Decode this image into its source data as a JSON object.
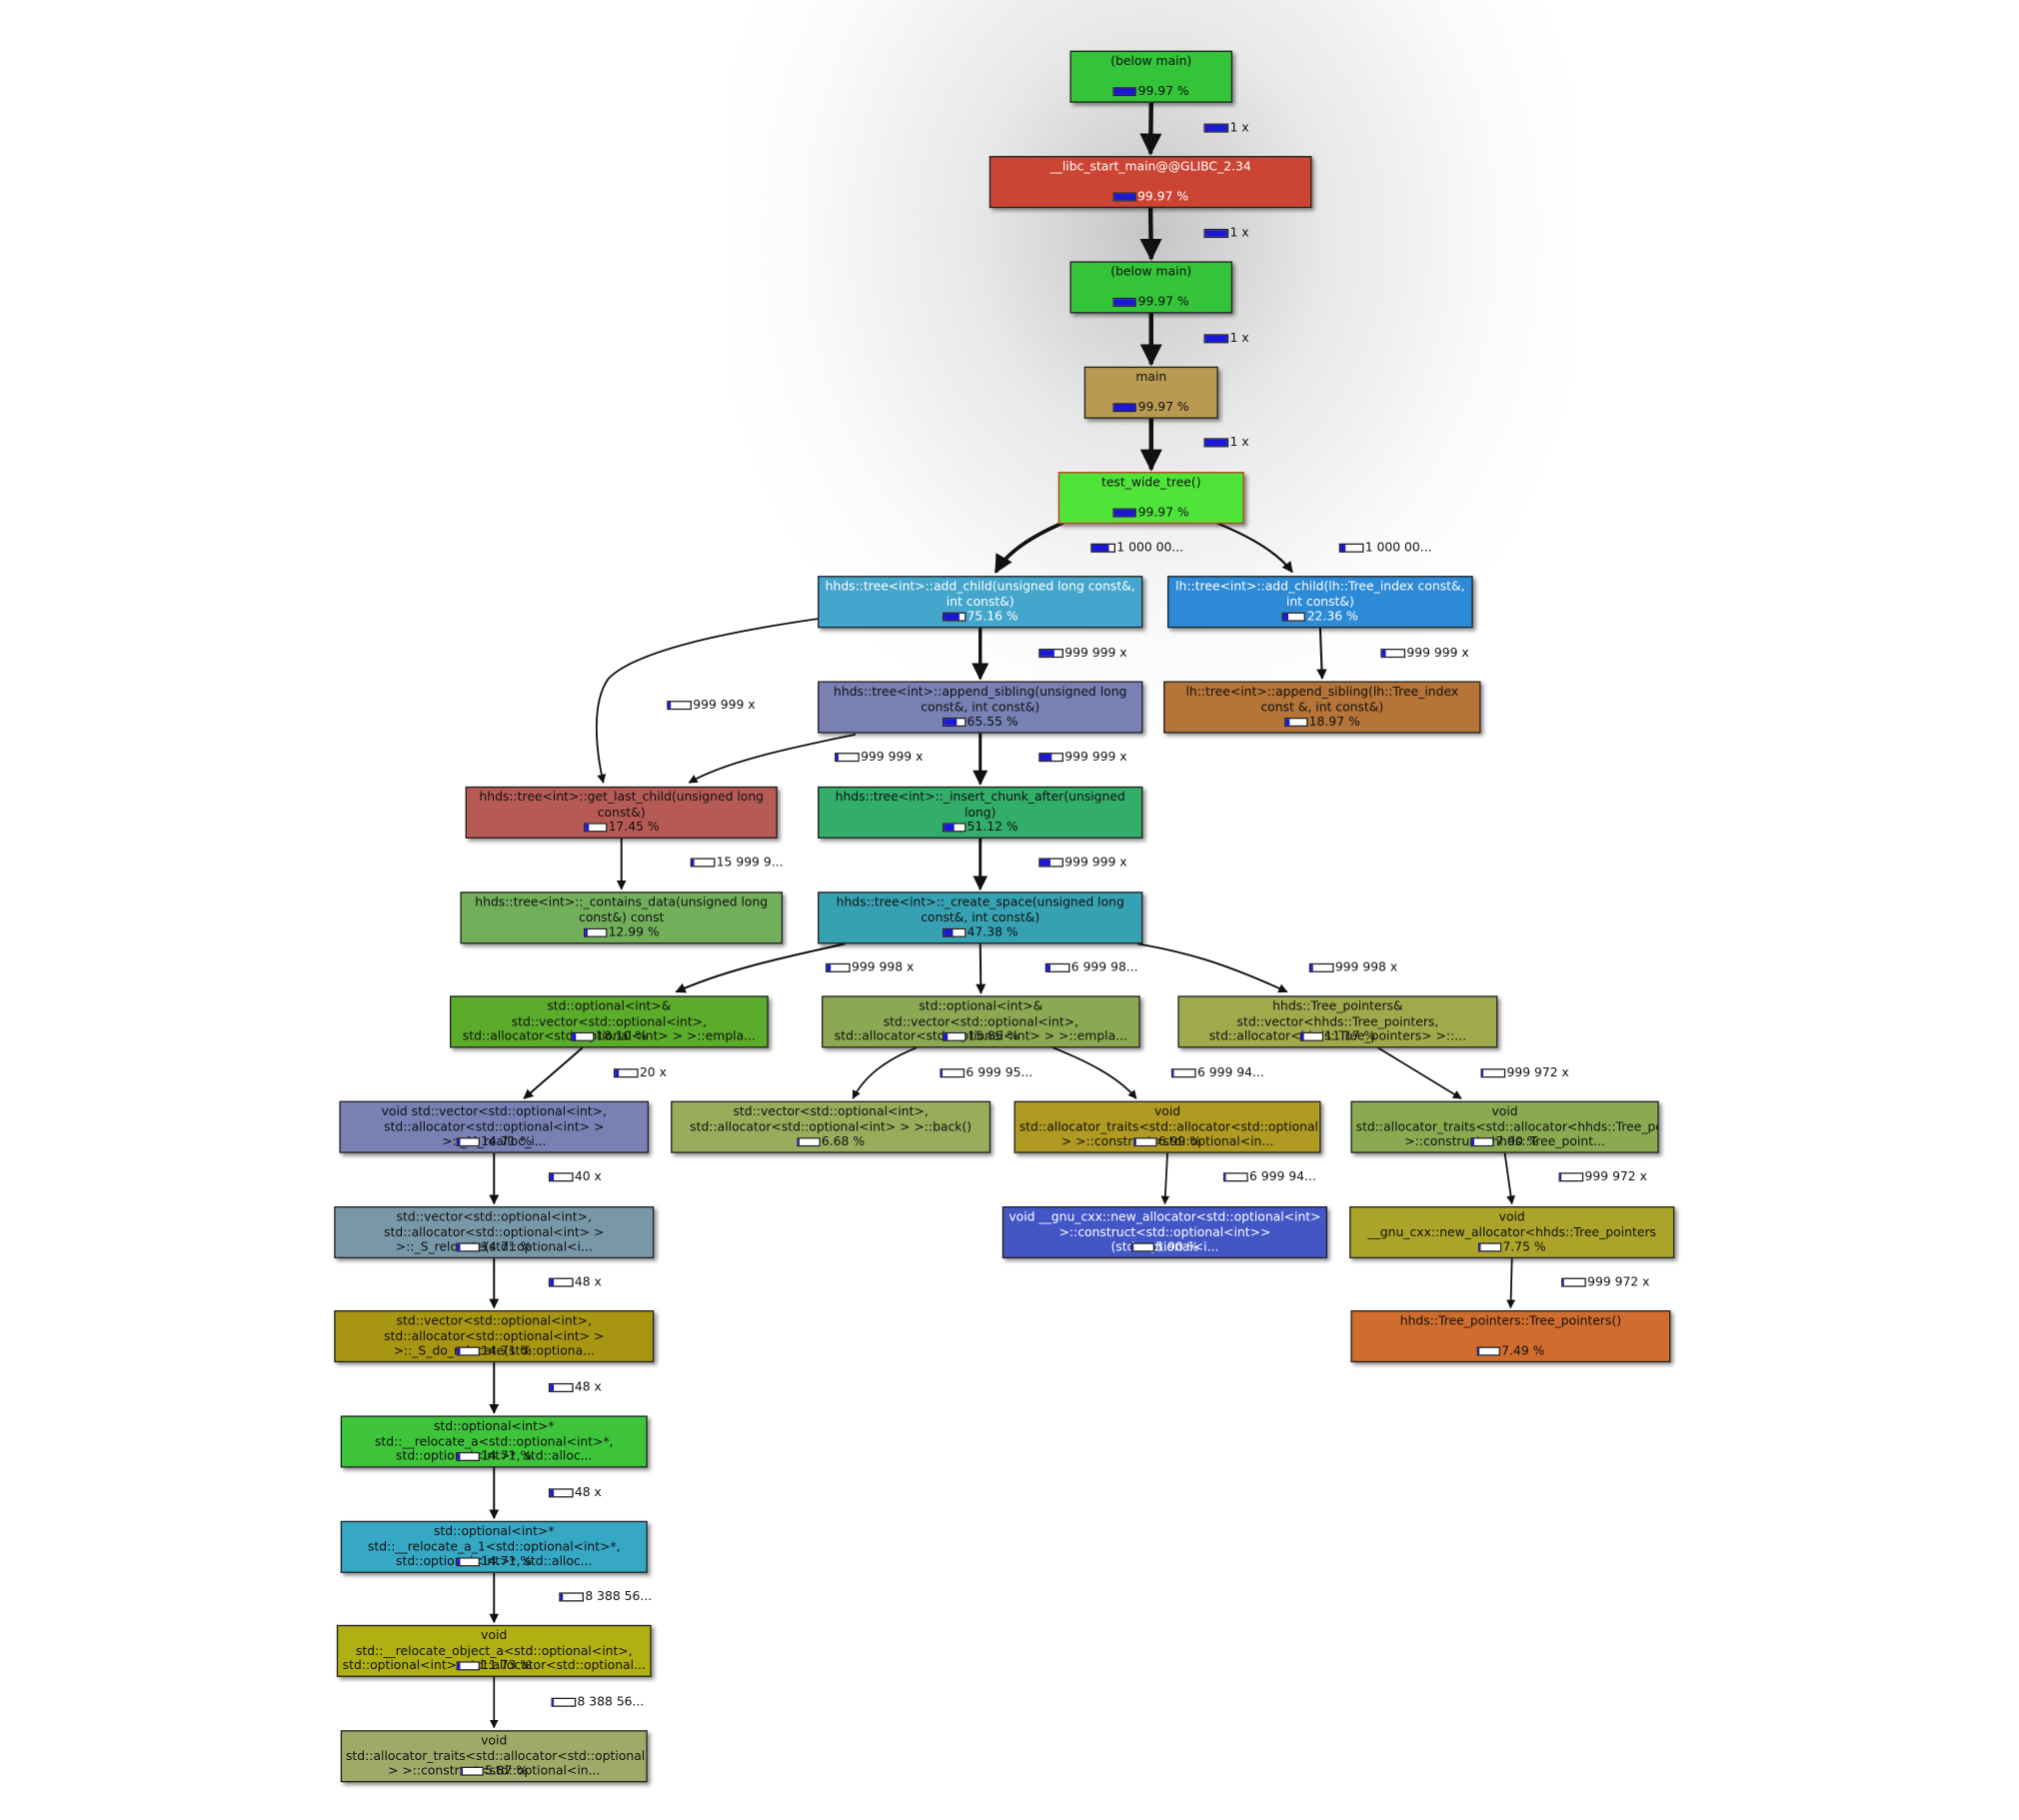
{
  "nodes": [
    {
      "id": "n0",
      "label": "(below main)",
      "pct": "99.97 %",
      "frac": 0.9997,
      "color": "#33c43a",
      "text": "dark"
    },
    {
      "id": "n1",
      "label": "__libc_start_main@@GLIBC_2.34",
      "pct": "99.97 %",
      "frac": 0.9997,
      "color": "#cc4433",
      "text": "light"
    },
    {
      "id": "n2",
      "label": "(below main)",
      "pct": "99.97 %",
      "frac": 0.9997,
      "color": "#33c43a",
      "text": "dark"
    },
    {
      "id": "n3",
      "label": "main",
      "pct": "99.97 %",
      "frac": 0.9997,
      "color": "#b89a52",
      "text": "dark"
    },
    {
      "id": "n4",
      "label": "test_wide_tree()",
      "pct": "99.97 %",
      "frac": 0.9997,
      "color": "#4fe43a",
      "text": "dark"
    },
    {
      "id": "n5",
      "label": "hhds::tree<int>::add_child(unsigned long const&, int const&)",
      "pct": "75.16 %",
      "frac": 0.7516,
      "color": "#44a6cc",
      "text": "light"
    },
    {
      "id": "n6",
      "label": "lh::tree<int>::add_child(lh::Tree_index const&, int const&)",
      "pct": "22.36 %",
      "frac": 0.2236,
      "color": "#2d8ad6",
      "text": "light"
    },
    {
      "id": "n7",
      "label": "hhds::tree<int>::append_sibling(unsigned long const&, int const&)",
      "pct": "65.55 %",
      "frac": 0.6555,
      "color": "#7880b4",
      "text": "dark"
    },
    {
      "id": "n8",
      "label": "lh::tree<int>::append_sibling(lh::Tree_index const &, int const&)",
      "pct": "18.97 %",
      "frac": 0.1897,
      "color": "#b57438",
      "text": "dark"
    },
    {
      "id": "n9",
      "label": "hhds::tree<int>::get_last_child(unsigned long const&)",
      "pct": "17.45 %",
      "frac": 0.1745,
      "color": "#b65a55",
      "text": "dark"
    },
    {
      "id": "n10",
      "label": "hhds::tree<int>::_insert_chunk_after(unsigned long)",
      "pct": "51.12 %",
      "frac": 0.5112,
      "color": "#33ad6a",
      "text": "dark"
    },
    {
      "id": "n11",
      "label": "hhds::tree<int>::_contains_data(unsigned long const&) const",
      "pct": "12.99 %",
      "frac": 0.1299,
      "color": "#72af5a",
      "text": "dark"
    },
    {
      "id": "n12",
      "label": "hhds::tree<int>::_create_space(unsigned long const&, int const&)",
      "pct": "47.38 %",
      "frac": 0.4738,
      "color": "#37a1b4",
      "text": "dark"
    },
    {
      "id": "n13",
      "label": "std::optional<int>& std::vector<std::optional<int>, std::allocator<std::optional<int> > >::empla...",
      "pct": "18.10 %",
      "frac": 0.181,
      "color": "#5aac2a",
      "text": "dark"
    },
    {
      "id": "n14",
      "label": "std::optional<int>& std::vector<std::optional<int>, std::allocator<std::optional<int> > >::empla...",
      "pct": "15.85 %",
      "frac": 0.1585,
      "color": "#8ca853",
      "text": "dark"
    },
    {
      "id": "n15",
      "label": "hhds::Tree_pointers& std::vector<hhds::Tree_pointers, std::allocator<hhds::Tree_pointers> >::...",
      "pct": "11.17 %",
      "frac": 0.1117,
      "color": "#a0aa4c",
      "text": "dark"
    },
    {
      "id": "n16",
      "label": "void std::vector<std::optional<int>, std::allocator<std::optional<int> > >::_M_realloc_i...",
      "pct": "14.71 %",
      "frac": 0.1471,
      "color": "#7880b4",
      "text": "dark"
    },
    {
      "id": "n17",
      "label": "std::vector<std::optional<int>, std::allocator<std::optional<int> > >::back()",
      "pct": "6.68 %",
      "frac": 0.0668,
      "color": "#98ac5c",
      "text": "dark"
    },
    {
      "id": "n18",
      "label": "void std::allocator_traits<std::allocator<std::optional<int> > >::construct<std::optional<in...",
      "pct": "6.99 %",
      "frac": 0.0699,
      "color": "#b09a22",
      "text": "dark"
    },
    {
      "id": "n19",
      "label": "void std::allocator_traits<std::allocator<hhds::Tree_pointers> >::construct<hhds::Tree_point...",
      "pct": "7.90 %",
      "frac": 0.079,
      "color": "#8aaa52",
      "text": "dark"
    },
    {
      "id": "n20",
      "label": "std::vector<std::optional<int>, std::allocator<std::optional<int> > >::_S_relocate(std::optional<i...",
      "pct": "14.71 %",
      "frac": 0.1471,
      "color": "#7898a8",
      "text": "dark"
    },
    {
      "id": "n21",
      "label": "void __gnu_cxx::new_allocator<std::optional<int> >::construct<std::optional<int>>(std::optional<i...",
      "pct": "5.90 %",
      "frac": 0.059,
      "color": "#4256c6",
      "text": "light"
    },
    {
      "id": "n22",
      "label": "void __gnu_cxx::new_allocator<hhds::Tree_pointers",
      "pct": "7.75 %",
      "frac": 0.0775,
      "color": "#aca42a",
      "text": "dark"
    },
    {
      "id": "n23",
      "label": "std::vector<std::optional<int>, std::allocator<std::optional<int> > >::_S_do_relocate(std::optiona...",
      "pct": "14.71 %",
      "frac": 0.1471,
      "color": "#a89612",
      "text": "dark"
    },
    {
      "id": "n24",
      "label": "hhds::Tree_pointers::Tree_pointers()",
      "pct": "7.49 %",
      "frac": 0.0749,
      "color": "#cf6c2e",
      "text": "dark"
    },
    {
      "id": "n25",
      "label": "std::optional<int>* std::__relocate_a<std::optional<int>*, std::optional<int>*, std::alloc...",
      "pct": "14.71 %",
      "frac": 0.1471,
      "color": "#3ec43a",
      "text": "dark"
    },
    {
      "id": "n26",
      "label": "std::optional<int>* std::__relocate_a_1<std::optional<int>*, std::optional<int>*, std::alloc...",
      "pct": "14.71 %",
      "frac": 0.1471,
      "color": "#36a8c4",
      "text": "dark"
    },
    {
      "id": "n27",
      "label": "void std::__relocate_object_a<std::optional<int>, std::optional<int>, std::allocator<std::optional...",
      "pct": "11.73 %",
      "frac": 0.1173,
      "color": "#b0b012",
      "text": "dark"
    },
    {
      "id": "n28",
      "label": "void std::allocator_traits<std::allocator<std::optional<int> > >::construct<std::optional<in...",
      "pct": "5.87 %",
      "frac": 0.0587,
      "color": "#a0aa68",
      "text": "dark"
    }
  ],
  "edges": [
    {
      "from": "n0",
      "to": "n1",
      "calls": "1 x",
      "frac": 0.9997
    },
    {
      "from": "n1",
      "to": "n2",
      "calls": "1 x",
      "frac": 0.9997
    },
    {
      "from": "n2",
      "to": "n3",
      "calls": "1 x",
      "frac": 0.9997
    },
    {
      "from": "n3",
      "to": "n4",
      "calls": "1 x",
      "frac": 0.9997
    },
    {
      "from": "n4",
      "to": "n5",
      "calls": "1 000 00...",
      "frac": 0.7516
    },
    {
      "from": "n4",
      "to": "n6",
      "calls": "1 000 00...",
      "frac": 0.2236
    },
    {
      "from": "n5",
      "to": "n7",
      "calls": "999 999 x",
      "frac": 0.6555
    },
    {
      "from": "n5",
      "to": "n9",
      "calls": "999 999 x",
      "frac": 0.0873
    },
    {
      "from": "n6",
      "to": "n8",
      "calls": "999 999 x",
      "frac": 0.1897
    },
    {
      "from": "n7",
      "to": "n9",
      "calls": "999 999 x",
      "frac": 0.0873
    },
    {
      "from": "n7",
      "to": "n10",
      "calls": "999 999 x",
      "frac": 0.5112
    },
    {
      "from": "n9",
      "to": "n11",
      "calls": "15 999 9...",
      "frac": 0.1299
    },
    {
      "from": "n10",
      "to": "n12",
      "calls": "999 999 x",
      "frac": 0.4738
    },
    {
      "from": "n12",
      "to": "n13",
      "calls": "999 998 x",
      "frac": 0.181
    },
    {
      "from": "n12",
      "to": "n14",
      "calls": "6 999 98...",
      "frac": 0.1585
    },
    {
      "from": "n12",
      "to": "n15",
      "calls": "999 998 x",
      "frac": 0.1117
    },
    {
      "from": "n13",
      "to": "n16",
      "calls": "20 x",
      "frac": 0.1471
    },
    {
      "from": "n14",
      "to": "n17",
      "calls": "6 999 95...",
      "frac": 0.0668
    },
    {
      "from": "n14",
      "to": "n18",
      "calls": "6 999 94...",
      "frac": 0.0699
    },
    {
      "from": "n15",
      "to": "n19",
      "calls": "999 972 x",
      "frac": 0.079
    },
    {
      "from": "n16",
      "to": "n20",
      "calls": "40 x",
      "frac": 0.1471
    },
    {
      "from": "n18",
      "to": "n21",
      "calls": "6 999 94...",
      "frac": 0.059
    },
    {
      "from": "n19",
      "to": "n22",
      "calls": "999 972 x",
      "frac": 0.0775
    },
    {
      "from": "n20",
      "to": "n23",
      "calls": "48 x",
      "frac": 0.1471
    },
    {
      "from": "n22",
      "to": "n24",
      "calls": "999 972 x",
      "frac": 0.0749
    },
    {
      "from": "n23",
      "to": "n25",
      "calls": "48 x",
      "frac": 0.1471
    },
    {
      "from": "n25",
      "to": "n26",
      "calls": "48 x",
      "frac": 0.1471
    },
    {
      "from": "n26",
      "to": "n27",
      "calls": "8 388 56...",
      "frac": 0.1173
    },
    {
      "from": "n27",
      "to": "n28",
      "calls": "8 388 56...",
      "frac": 0.0587
    }
  ]
}
